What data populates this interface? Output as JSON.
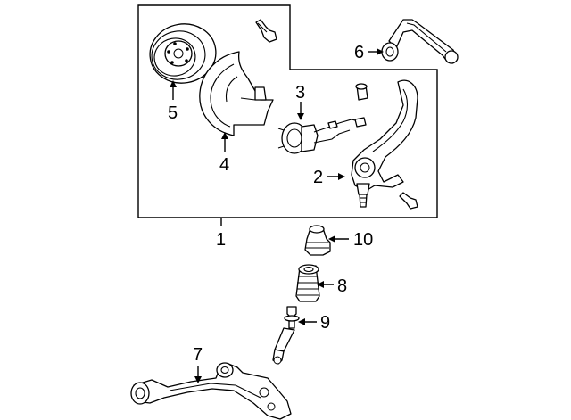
{
  "callouts": {
    "c1": "1",
    "c2": "2",
    "c3": "3",
    "c4": "4",
    "c5": "5",
    "c6": "6",
    "c7": "7",
    "c8": "8",
    "c9": "9",
    "c10": "10"
  },
  "parts": [
    {
      "callout": "1",
      "icon": "assembly-bracket-icon"
    },
    {
      "callout": "2",
      "icon": "steering-knuckle-icon"
    },
    {
      "callout": "3",
      "icon": "wheel-hub-sensor-icon"
    },
    {
      "callout": "4",
      "icon": "splash-shield-icon"
    },
    {
      "callout": "5",
      "icon": "brake-rotor-icon"
    },
    {
      "callout": "6",
      "icon": "upper-control-arm-icon"
    },
    {
      "callout": "7",
      "icon": "lower-control-arm-icon"
    },
    {
      "callout": "8",
      "icon": "coil-spring-icon"
    },
    {
      "callout": "9",
      "icon": "shock-absorber-icon"
    },
    {
      "callout": "10",
      "icon": "bump-stop-icon"
    }
  ],
  "colors": {
    "line": "#000000",
    "background": "#ffffff"
  }
}
